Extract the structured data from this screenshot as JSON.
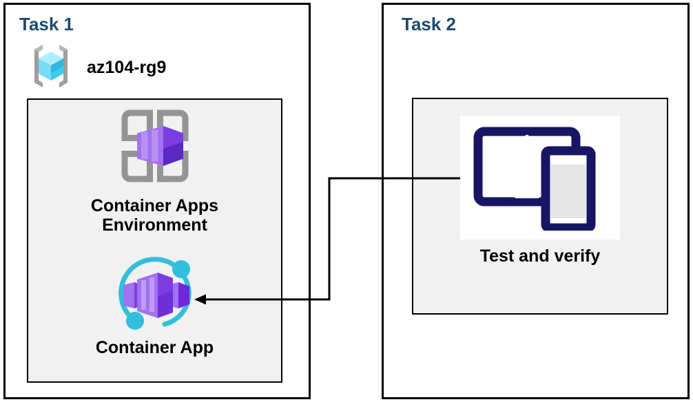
{
  "diagram": {
    "title": "Azure Container Apps task diagram",
    "background": "#ffffff",
    "accent_title_color": "#1b4970",
    "panel_border_color": "#000000",
    "inner_panel_fill": "#f1f1f1"
  },
  "task1": {
    "title": "Task 1",
    "resource_group": {
      "label": "az104-rg9",
      "icon": "resource-group-icon",
      "icon_colors": {
        "bracket": "#9e9e9e",
        "cube_light": "#9fe9fb",
        "cube_mid": "#50d9f5",
        "cube_dark": "#28b6da"
      }
    },
    "nodes": [
      {
        "label": "Container Apps\nEnvironment",
        "icon": "container-apps-environment-icon",
        "icon_colors": {
          "frame": "#949494",
          "box_light": "#a271ef",
          "box_mid": "#8a4fe3",
          "box_dark": "#5b28c4"
        }
      },
      {
        "label": "Container App",
        "icon": "container-app-icon",
        "icon_colors": {
          "arc": "#32bedd",
          "box_light": "#a271ef",
          "box_mid": "#8a4fe3",
          "box_dark": "#7126d9"
        }
      }
    ]
  },
  "task2": {
    "title": "Task 2",
    "nodes": [
      {
        "label": "Test and verify",
        "icon": "test-devices-icon",
        "icon_colors": {
          "device": "#161664",
          "screen": "#e6e6e6",
          "tile": "#ffffff"
        }
      }
    ]
  },
  "connector": {
    "name": "test-to-container-app-arrow",
    "from": "Test and verify",
    "to": "Container App",
    "color": "#000000",
    "style": "orthogonal-arrow",
    "direction": "right-to-left"
  }
}
